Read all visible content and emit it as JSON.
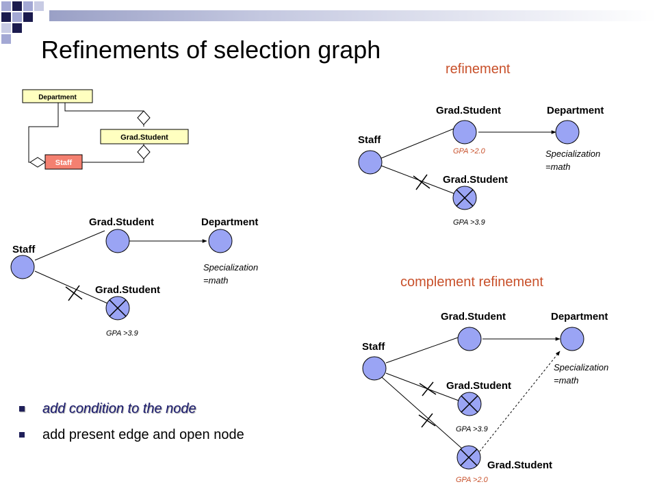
{
  "slide": {
    "title": "Refinements of selection graph",
    "colors": {
      "accent": "#c8502a",
      "node_fill": "#9aa4f4",
      "box_yellow": "#ffffc0",
      "box_salmon": "#f48070"
    }
  },
  "schema": {
    "department": "Department",
    "grad_student": "Grad.Student",
    "staff": "Staff"
  },
  "original_graph": {
    "staff": "Staff",
    "grad_student_1": "Grad.Student",
    "department": "Department",
    "grad_student_2": "Grad.Student",
    "condition_spec": [
      "Specialization",
      "=math"
    ],
    "condition_gpa": "GPA >3.9"
  },
  "refinement": {
    "heading": "refinement",
    "staff": "Staff",
    "grad_student_1": "Grad.Student",
    "department": "Department",
    "grad_student_2": "Grad.Student",
    "condition_gpa_new": "GPA >2.0",
    "condition_spec": [
      "Specialization",
      "=math"
    ],
    "condition_gpa": "GPA >3.9"
  },
  "complement": {
    "heading": "complement refinement",
    "staff": "Staff",
    "grad_student_1": "Grad.Student",
    "department": "Department",
    "grad_student_2": "Grad.Student",
    "grad_student_3": "Grad.Student",
    "condition_spec": [
      "Specialization",
      "=math"
    ],
    "condition_gpa": "GPA >3.9",
    "condition_gpa_new": "GPA >2.0"
  },
  "bullets": [
    "add condition to the node",
    "add present edge and open node"
  ]
}
